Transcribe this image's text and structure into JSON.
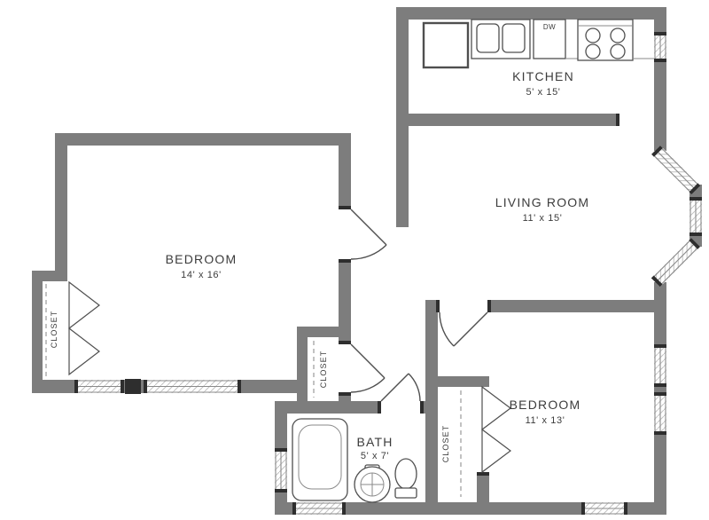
{
  "plan": {
    "colors": {
      "wall": "#7d7d7d",
      "fixture": "#4f4f4f",
      "text": "#3c3c3c",
      "cap": "#2e2e2e"
    },
    "rooms": {
      "kitchen": {
        "name": "KITCHEN",
        "dims": "5' x 15'"
      },
      "living": {
        "name": "LIVING ROOM",
        "dims": "11' x 15'"
      },
      "bedroom1": {
        "name": "BEDROOM",
        "dims": "14' x 16'"
      },
      "bedroom2": {
        "name": "BEDROOM",
        "dims": "11' x 13'"
      },
      "bath": {
        "name": "BATH",
        "dims": "5' x 7'"
      }
    },
    "closets": {
      "bedroom1": "CLOSET",
      "hall": "CLOSET",
      "bedroom2": "CLOSET"
    },
    "labels": {
      "dishwasher": "DW"
    }
  }
}
